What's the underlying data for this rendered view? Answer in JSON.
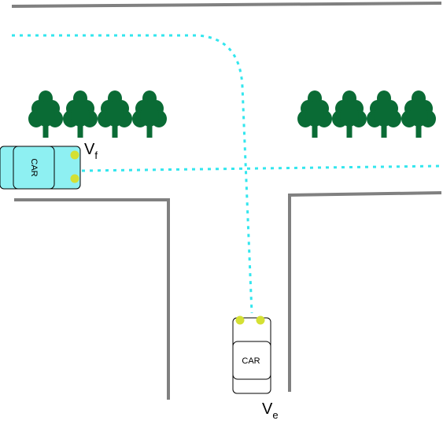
{
  "colors": {
    "road_line": "#808080",
    "path_dotted": "#33e6ee",
    "tree": "#0a6b35",
    "headlight": "#d4e034",
    "car_f_fill": "#8ef0f2",
    "car_e_fill": "#ffffff",
    "car_outline": "#000000",
    "background": "#ffffff"
  },
  "car_front": {
    "label": "CAR",
    "velocity_label": "V",
    "velocity_subscript": "f"
  },
  "car_ego": {
    "label": "CAR",
    "velocity_label": "V",
    "velocity_subscript": "e"
  },
  "icons": {
    "tree": "tree-icon",
    "headlight": "headlight-dot"
  }
}
